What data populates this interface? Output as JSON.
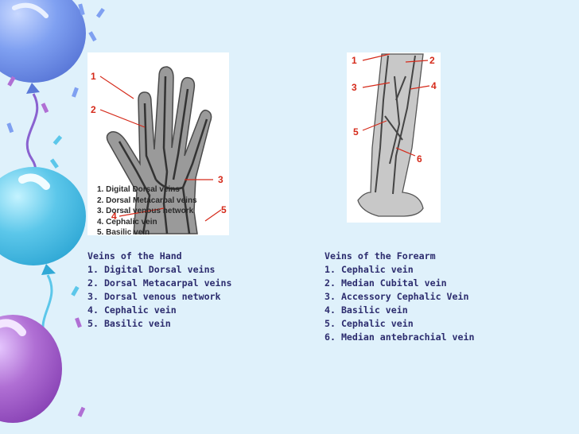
{
  "theme": {
    "background": "#dff1fb",
    "text_color": "#2c2c6e",
    "label_color": "#d52a1a",
    "balloon_colors": [
      "#7fa0f1",
      "#5cc7ea",
      "#b06fd4"
    ]
  },
  "hand_figure": {
    "markers": [
      "1",
      "2",
      "3",
      "4",
      "5"
    ],
    "legend": [
      "1. Digital Dorsal veins",
      "2. Dorsal Metacarpal veins",
      "3. Dorsal venous network",
      "4. Cephalic vein",
      "5. Basilic vein"
    ]
  },
  "forearm_figure": {
    "markers": [
      "1",
      "2",
      "3",
      "4",
      "5",
      "6"
    ]
  },
  "hand_caption": {
    "title": "Veins of the Hand",
    "items": [
      "1. Digital Dorsal veins",
      "2. Dorsal Metacarpal veins",
      "3. Dorsal venous network",
      "4. Cephalic vein",
      "5. Basilic vein"
    ]
  },
  "forearm_caption": {
    "title": "Veins of the Forearm",
    "items": [
      "1. Cephalic vein",
      "2. Median Cubital vein",
      "3. Accessory Cephalic Vein",
      "4. Basilic vein",
      "5. Cephalic vein",
      "6. Median antebrachial vein"
    ]
  }
}
